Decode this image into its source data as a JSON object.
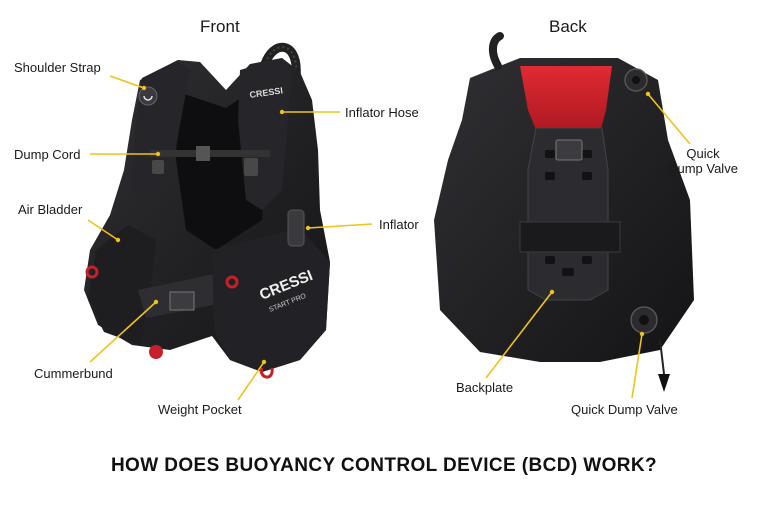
{
  "headings": {
    "front": "Front",
    "back": "Back"
  },
  "front_labels": {
    "shoulder_strap": "Shoulder Strap",
    "dump_cord": "Dump Cord",
    "air_bladder": "Air Bladder",
    "cummerbund": "Cummerbund",
    "weight_pocket": "Weight Pocket",
    "inflator_hose": "Inflator Hose",
    "inflator": "Inflator"
  },
  "back_labels": {
    "quick_dump_valve_top_line1": "Quick",
    "quick_dump_valve_top_line2": "Dump Valve",
    "backplate": "Backplate",
    "quick_dump_valve_bottom": "Quick Dump Valve"
  },
  "brand_marks": {
    "front_panel": "CRESSI",
    "front_strap": "CRESSI",
    "front_panel_sub": "START PRO"
  },
  "title": "HOW DOES BUOYANCY CONTROL DEVICE (BCD) WORK?",
  "colors": {
    "vest_black": "#1b1b1d",
    "vest_dark": "#2a2a2d",
    "red_panel": "#c8202a",
    "leader_line": "#f0c21a",
    "text": "#1a1a1a"
  }
}
